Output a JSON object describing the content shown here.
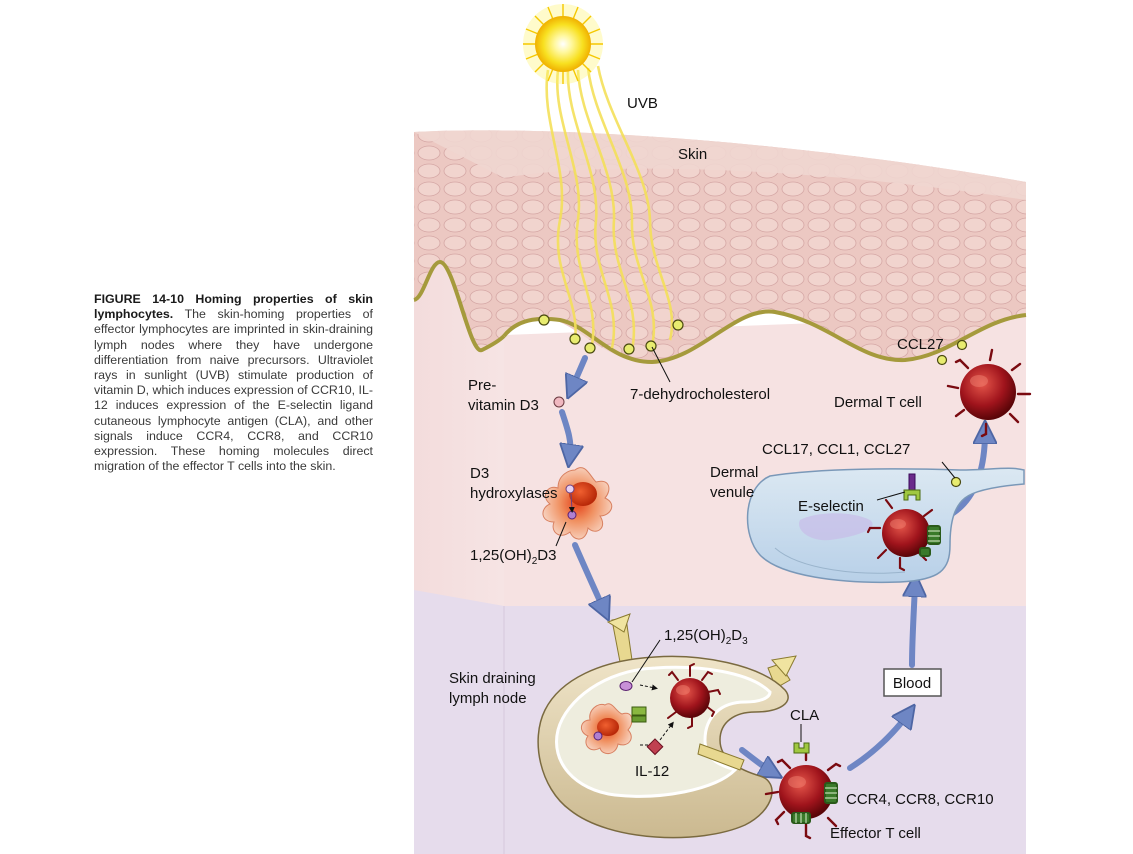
{
  "caption": {
    "heading": "FIGURE 14-10 Homing properties of skin lymphocytes.",
    "body": "The skin-homing properties of effector lymphocytes are imprinted in skin-draining lymph nodes where they have undergone differentiation from naive precursors. Ultraviolet rays in sunlight (UVB) stimulate production of vitamin D, which induces expression of CCR10, IL-12 induces expression of the E-selectin ligand cutaneous lymphocyte antigen (CLA), and other signals induce CCR4, CCR8, and CCR10 expression. These homing molecules direct migration of the effector T cells into the skin."
  },
  "labels": {
    "uvb": "UVB",
    "skin": "Skin",
    "pre_vitamin_line1": "Pre-",
    "pre_vitamin_line2": "vitamin D3",
    "dehydrocholesterol": "7-dehydrocholesterol",
    "d3_hydroxylases_line1": "D3",
    "d3_hydroxylases_line2": "hydroxylases",
    "dihydroxy_d3_a_main": "1,25(OH)",
    "dihydroxy_d3_a_sub": "2",
    "dihydroxy_d3_a_tail": "D3",
    "dihydroxy_d3_b_main": "1,25(OH)",
    "dihydroxy_d3_b_sub": "2",
    "dihydroxy_d3_b_tail": "D",
    "dihydroxy_d3_b_sub2": "3",
    "lymph_node_line1": "Skin draining",
    "lymph_node_line2": "lymph node",
    "il12": "IL-12",
    "cla": "CLA",
    "blood": "Blood",
    "effector_receptors": "CCR4, CCR8, CCR10",
    "effector_t_cell": "Effector T cell",
    "dermal_venule_line1": "Dermal",
    "dermal_venule_line2": "venule",
    "e_selectin": "E-selectin",
    "chemokines": "CCL17, CCL1, CCL27",
    "ccl27": "CCL27",
    "dermal_t_cell": "Dermal T cell"
  },
  "colors": {
    "epidermis": "#ecc9c2",
    "dermis": "#f6e2e2",
    "lymph_layer": "#e6dcec",
    "basement_membrane": "#a59a3c",
    "arrow_blue": "#6e86c4",
    "t_cell_red": "#a0141c",
    "uv_yellow": "#f4e05a"
  }
}
